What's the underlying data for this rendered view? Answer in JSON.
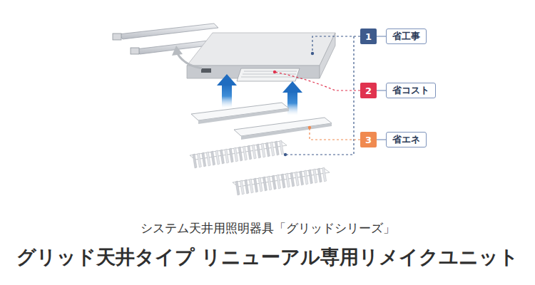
{
  "diagram": {
    "title": "グリッド天井タイプ リニューアル専用リメイクユニット",
    "nodes": [
      {
        "text": [
          "1"
        ]
      },
      {
        "text": [
          "省工事"
        ]
      },
      {
        "text": [
          "2"
        ]
      },
      {
        "text": [
          "省コスト"
        ]
      },
      {
        "text": [
          "3"
        ]
      },
      {
        "text": [
          "省エネ"
        ]
      }
    ],
    "edges": [
      {
        "from": 0,
        "to": 1,
        "arrow": "none"
      },
      {
        "from": 2,
        "to": 3,
        "arrow": "none"
      },
      {
        "from": 4,
        "to": 5,
        "arrow": "none"
      }
    ],
    "labels": [
      "システム天井用照明器具「グリッドシリーズ」"
    ]
  }
}
